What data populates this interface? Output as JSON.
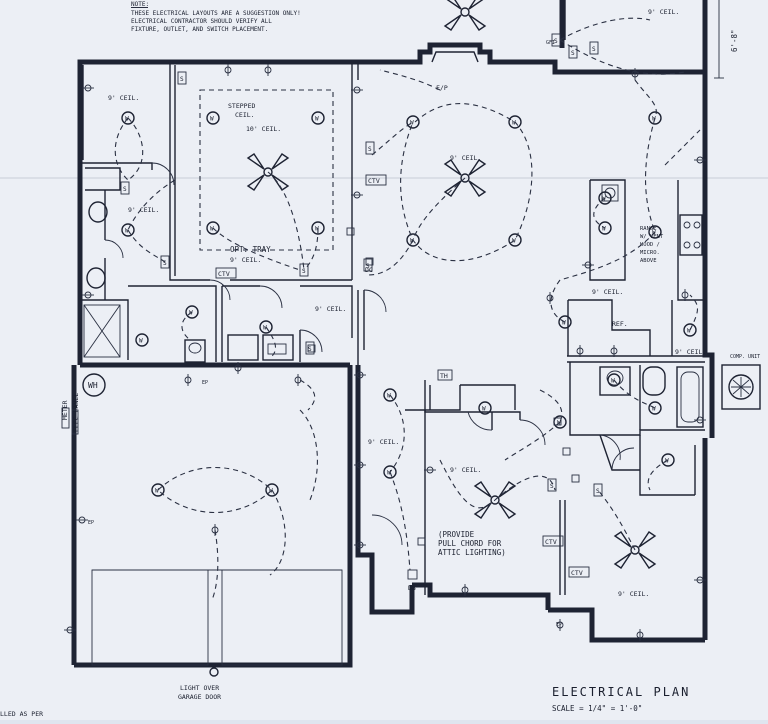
{
  "notes": {
    "heading": "NOTE:",
    "line1": "THESE ELECTRICAL LAYOUTS ARE A SUGGESTION ONLY!",
    "line2": "ELECTRICAL CONTRACTOR SHOULD VERIFY ALL",
    "line3": "FIXTURE, OUTLET, AND SWITCH PLACEMENT."
  },
  "dimension": "6'-8\"",
  "title_block": {
    "title": "ELECTRICAL PLAN",
    "scale": "SCALE = 1/4\" = 1'-0\""
  },
  "corner_text": "LLED AS PER",
  "rooms": {
    "tray_room_1": "STEPPED",
    "tray_room_2": "CEIL.",
    "tray_room_3": "10' CEIL.",
    "opt_tray": "OPT. TRAY",
    "ceil_9": "9' CEIL."
  },
  "labels": {
    "ctv": "CTV",
    "wh": "WH",
    "meter": "METER",
    "elec_panel": "ELEC PANEL",
    "ref": "REF.",
    "comp_unit": "COMP. UNIT",
    "range": "RANGE W/ VENT HOOD / MICRO. ABOVE",
    "attic_1": "(PROVIDE",
    "attic_2": "PULL CHORD FOR",
    "attic_3": "ATTIC LIGHTING)",
    "light_over_1": "LIGHT OVER",
    "light_over_2": "GARAGE DOOR",
    "fp": "F/P",
    "db": "DB",
    "th": "TH",
    "dc": "DC",
    "gfi": "GFI",
    "ep": "EP"
  }
}
